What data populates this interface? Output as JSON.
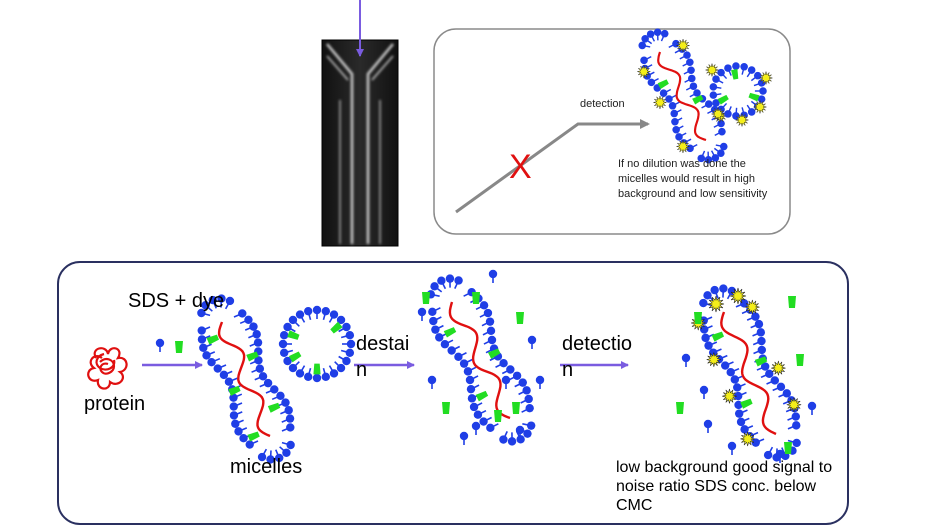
{
  "colors": {
    "lipid": "#1f3ee6",
    "protein": "#e01010",
    "dye": "#22dd22",
    "star": "#f4ee1a",
    "arrow": "#7a5ce0",
    "gray_arrow": "#888888",
    "cross": "#e01010",
    "frame": "#2a3060",
    "inset_frame": "#8a8a8a"
  },
  "inset": {
    "detection_label": "detection",
    "cross_mark": "X",
    "note": "If no dilution was done the micelles would result in high background and low sensitivity"
  },
  "main": {
    "sds_dye_label": "SDS + dye",
    "protein_label": "protein",
    "micelles_label": "micelles",
    "destain_label": "destai\nn",
    "detection_label": "detectio\nn",
    "result_text": "low background good signal to noise ratio SDS conc. below CMC"
  },
  "icons": {
    "channel": "microchip-channel-image",
    "protein": "protein-coil-icon",
    "micelle": "micelle-icon",
    "surfactant": "sds-molecule-icon",
    "dye": "dye-molecule-icon",
    "star": "fluorescence-star-icon"
  }
}
